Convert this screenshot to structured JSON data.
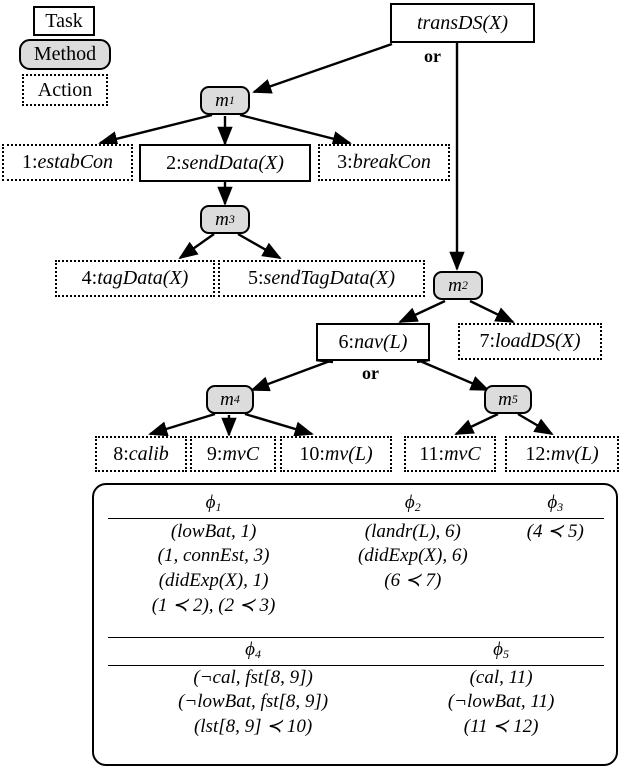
{
  "legend": {
    "task_label": "Task",
    "method_label": "Method",
    "action_label": "Action"
  },
  "labels": {
    "or_root": "or",
    "or_nav": "or"
  },
  "nodes": {
    "root_task": "transDS(X)",
    "m1": "m",
    "m1_sub": "1",
    "m2": "m",
    "m2_sub": "2",
    "m3": "m",
    "m3_sub": "3",
    "m4": "m",
    "m4_sub": "4",
    "m5": "m",
    "m5_sub": "5",
    "a1_num": "1:",
    "a1_name": "estabCon",
    "t2_num": "2:",
    "t2_name": "sendData(X)",
    "a3_num": "3:",
    "a3_name": "breakCon",
    "a4_num": "4:",
    "a4_name": "tagData(X)",
    "a5_num": "5:",
    "a5_name": "sendTagData(X)",
    "t6_num": "6:",
    "t6_name": "nav(L)",
    "a7_num": "7:",
    "a7_name": "loadDS(X)",
    "a8_num": "8:",
    "a8_name": "calib",
    "a9_num": "9:",
    "a9_name": "mvC",
    "a10_num": "10:",
    "a10_name": "mv(L)",
    "a11_num": "11:",
    "a11_name": "mvC",
    "a12_num": "12:",
    "a12_name": "mv(L)"
  },
  "constraints_table": {
    "top": {
      "headers": [
        "ϕ",
        "ϕ",
        "ϕ"
      ],
      "header_subs": [
        "1",
        "2",
        "3"
      ],
      "rows": [
        [
          "(lowBat, 1)",
          "(landr(L), 6)",
          "(4 ≺ 5)"
        ],
        [
          "(1, connEst, 3)",
          "(didExp(X), 6)",
          ""
        ],
        [
          "(didExp(X), 1)",
          "(6 ≺ 7)",
          ""
        ],
        [
          "(1 ≺ 2), (2 ≺ 3)",
          "",
          ""
        ]
      ]
    },
    "bottom": {
      "headers": [
        "ϕ",
        "ϕ"
      ],
      "header_subs": [
        "4",
        "5"
      ],
      "rows": [
        [
          "(¬cal, fst[8, 9])",
          "(cal, 11)"
        ],
        [
          "(¬lowBat, fst[8, 9])",
          "(¬lowBat, 11)"
        ],
        [
          "(lst[8, 9] ≺ 10)",
          "(11 ≺ 12)"
        ]
      ]
    }
  },
  "colors": {
    "method_fill": "#dcdcdc",
    "stroke": "#000000",
    "background": "#ffffff"
  }
}
